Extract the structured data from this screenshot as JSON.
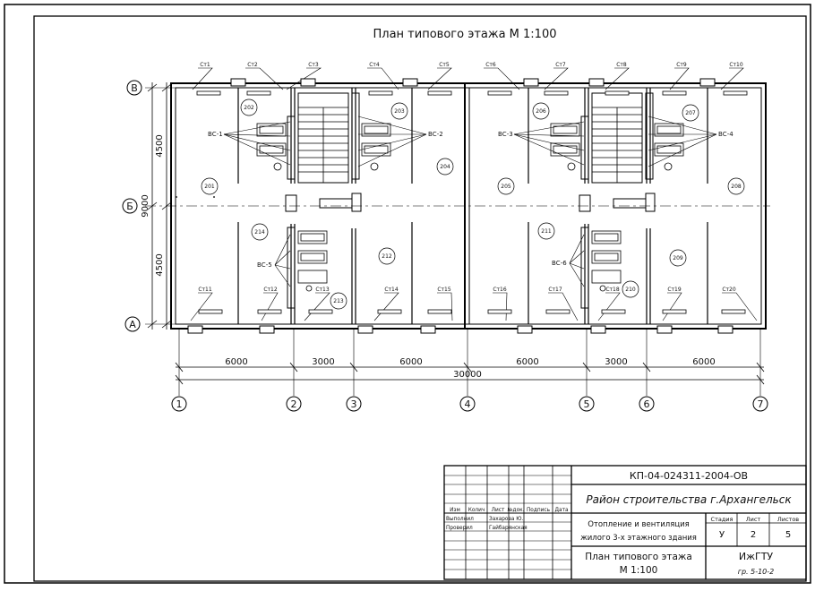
{
  "title": "План типового этажа  М 1:100",
  "axes": {
    "rows": [
      "В",
      "Б",
      "А"
    ],
    "cols": [
      "1",
      "2",
      "3",
      "4",
      "5",
      "6",
      "7"
    ]
  },
  "dimensions": {
    "bottom": [
      "6000",
      "3000",
      "6000",
      "6000",
      "3000",
      "6000"
    ],
    "total": "30000",
    "left": [
      "4500",
      "4500"
    ],
    "left_total": "9000"
  },
  "risers": [
    "Ст1",
    "Ст2",
    "Ст3",
    "Ст4",
    "Ст5",
    "Ст6",
    "Ст7",
    "Ст8",
    "Ст9",
    "Ст10",
    "Ст11",
    "Ст12",
    "Ст13",
    "Ст14",
    "Ст15",
    "Ст16",
    "Ст17",
    "Ст18",
    "Ст19",
    "Ст20"
  ],
  "rooms": [
    "201",
    "202",
    "203",
    "204",
    "205",
    "206",
    "207",
    "208",
    "209",
    "210",
    "211",
    "212",
    "213",
    "214"
  ],
  "ventilation": [
    "ВС-1",
    "ВС-2",
    "ВС-3",
    "ВС-4",
    "ВС-5",
    "ВС-6"
  ],
  "stamp": {
    "code": "КП-04-024311-2004-ОВ",
    "region": "Район строительства г.Архангельск",
    "project_line1": "Отопление и вентиляция",
    "project_line2": "жилого 3-х этажного здания",
    "sheet_title_line1": "План типового этажа",
    "sheet_title_line2": "М 1:100",
    "hdr_stage": "Стадия",
    "hdr_sheet": "Лист",
    "hdr_sheets": "Листов",
    "stage": "У",
    "sheet": "2",
    "sheets": "5",
    "org": "ИжГТУ",
    "group": "гр. 5-10-2",
    "col_headers": [
      "Изм",
      "Колич",
      "Лист",
      "№док.",
      "Подпись",
      "Дата"
    ],
    "role1": "Выполнил",
    "person1": "Захарова Ю.",
    "role2": "Проверил",
    "person2": "Гайбарянская"
  }
}
